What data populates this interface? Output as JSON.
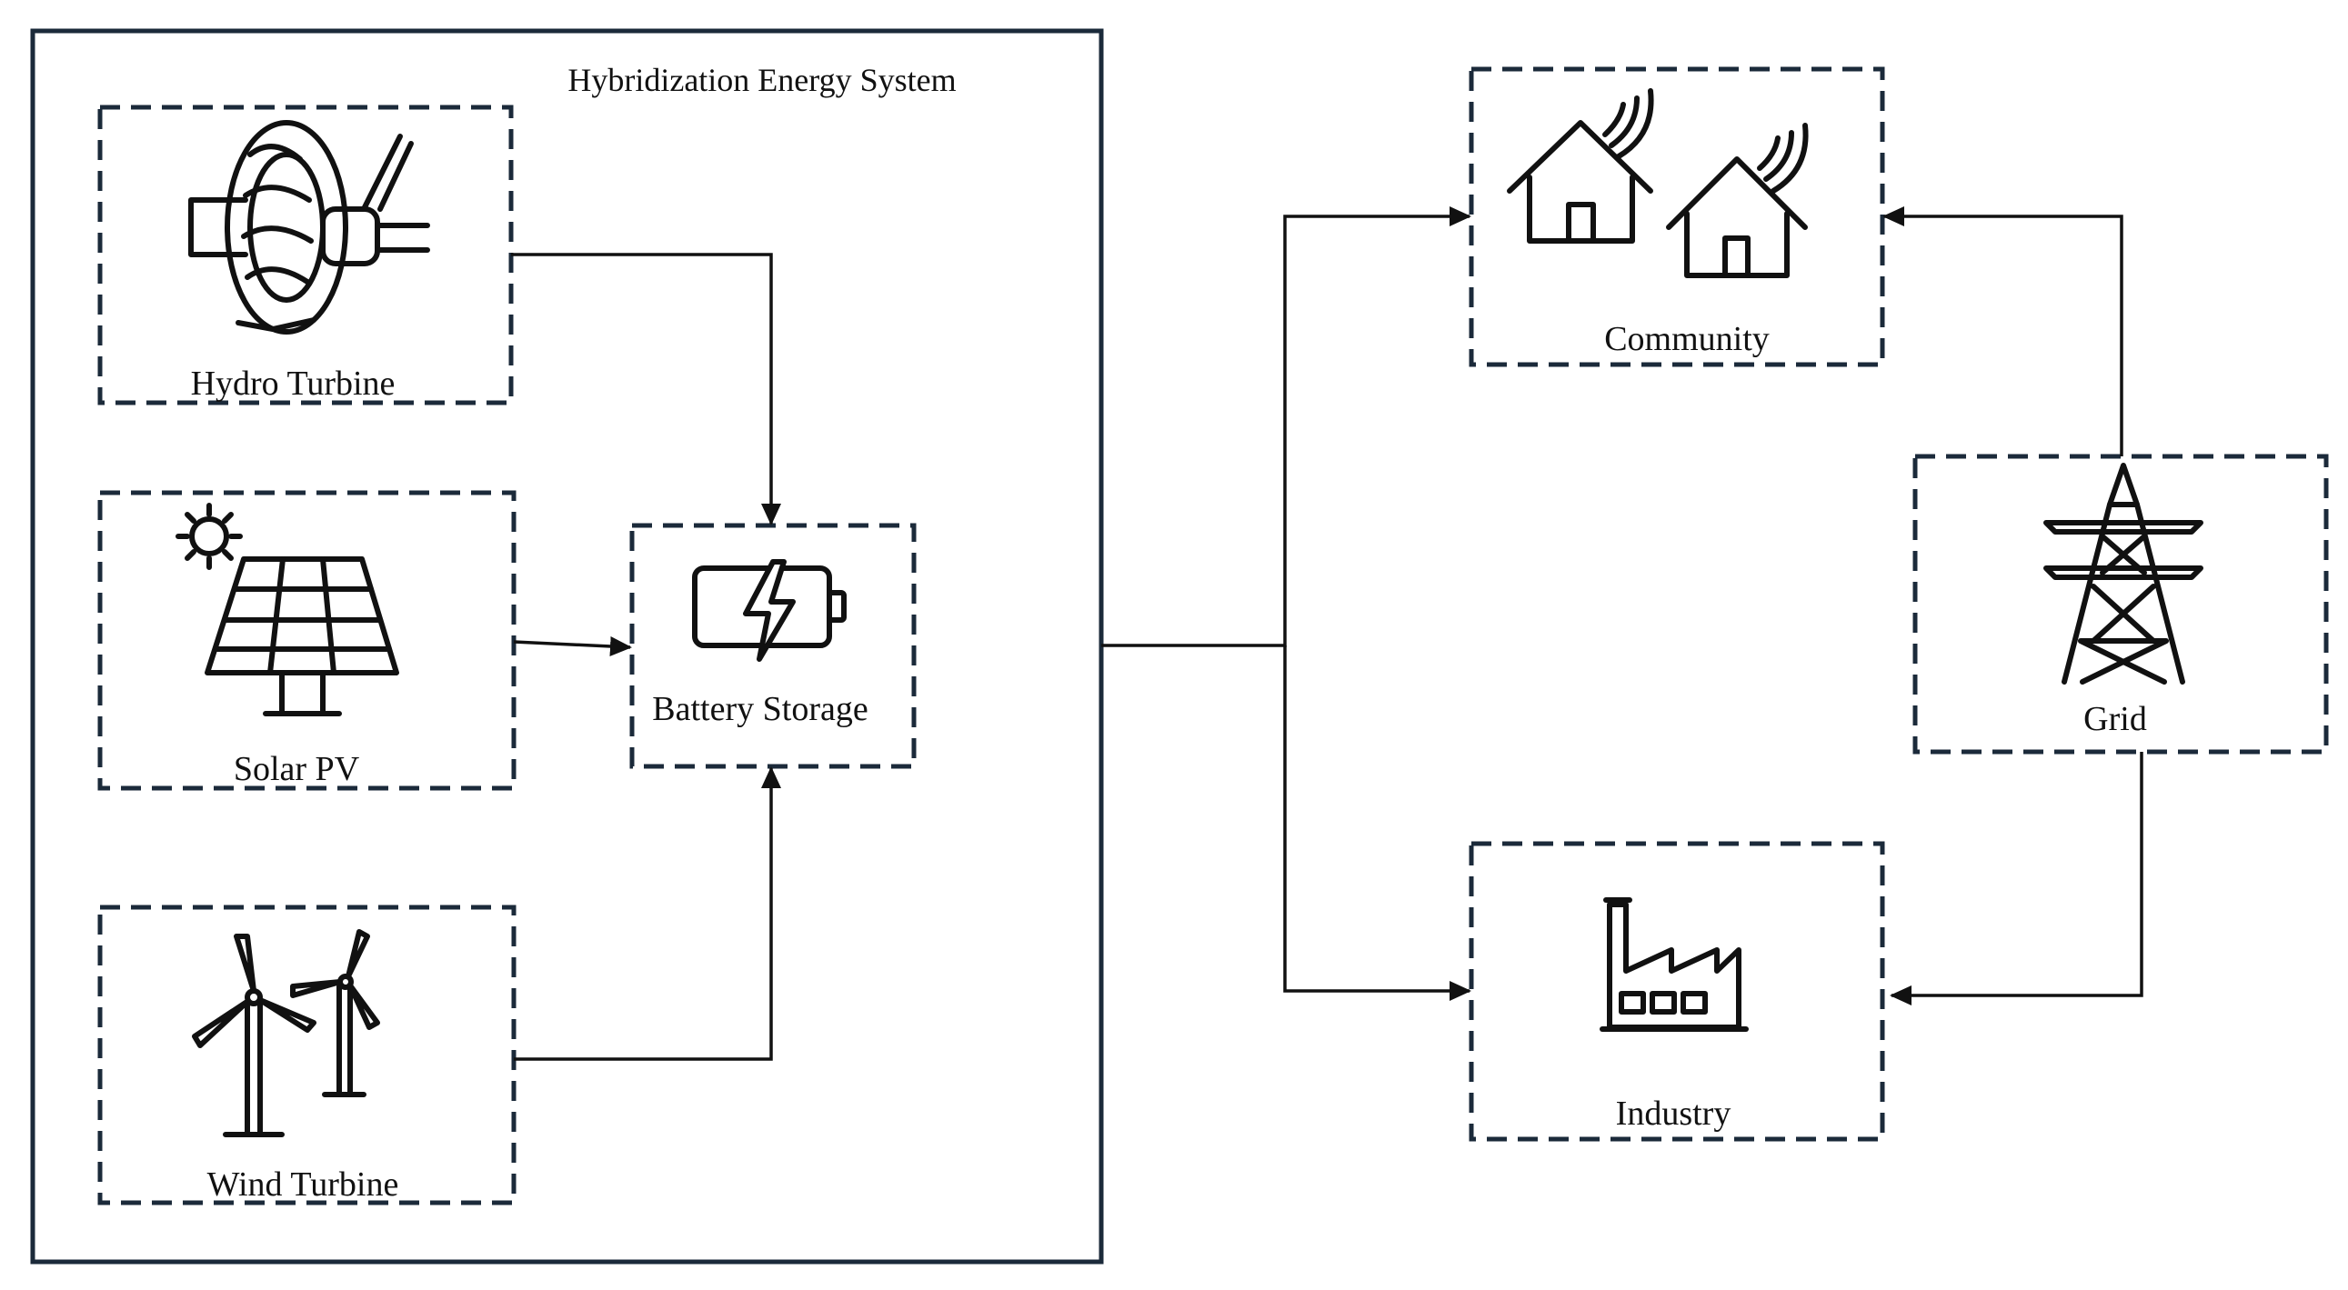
{
  "diagram": {
    "system_title": "Hybridization Energy System",
    "nodes": {
      "hydro": {
        "label": "Hydro Turbine",
        "icon": "hydro-turbine-icon"
      },
      "solar": {
        "label": "Solar PV",
        "icon": "solar-panel-icon"
      },
      "wind": {
        "label": "Wind Turbine",
        "icon": "wind-turbine-icon"
      },
      "battery": {
        "label": "Battery Storage",
        "icon": "battery-charging-icon"
      },
      "community": {
        "label": "Community",
        "icon": "smart-house-icon"
      },
      "grid": {
        "label": "Grid",
        "icon": "transmission-tower-icon"
      },
      "industry": {
        "label": "Industry",
        "icon": "factory-icon"
      }
    },
    "edges": [
      {
        "from": "Hydro Turbine",
        "to": "Battery Storage"
      },
      {
        "from": "Solar PV",
        "to": "Battery Storage"
      },
      {
        "from": "Wind Turbine",
        "to": "Battery Storage"
      },
      {
        "from": "Hybridization Energy System",
        "to": "Community"
      },
      {
        "from": "Hybridization Energy System",
        "to": "Industry"
      },
      {
        "from": "Grid",
        "to": "Community"
      },
      {
        "from": "Grid",
        "to": "Industry"
      }
    ],
    "colors": {
      "box_border": "#1b2a3a",
      "line": "#111111",
      "background": "#ffffff"
    }
  }
}
